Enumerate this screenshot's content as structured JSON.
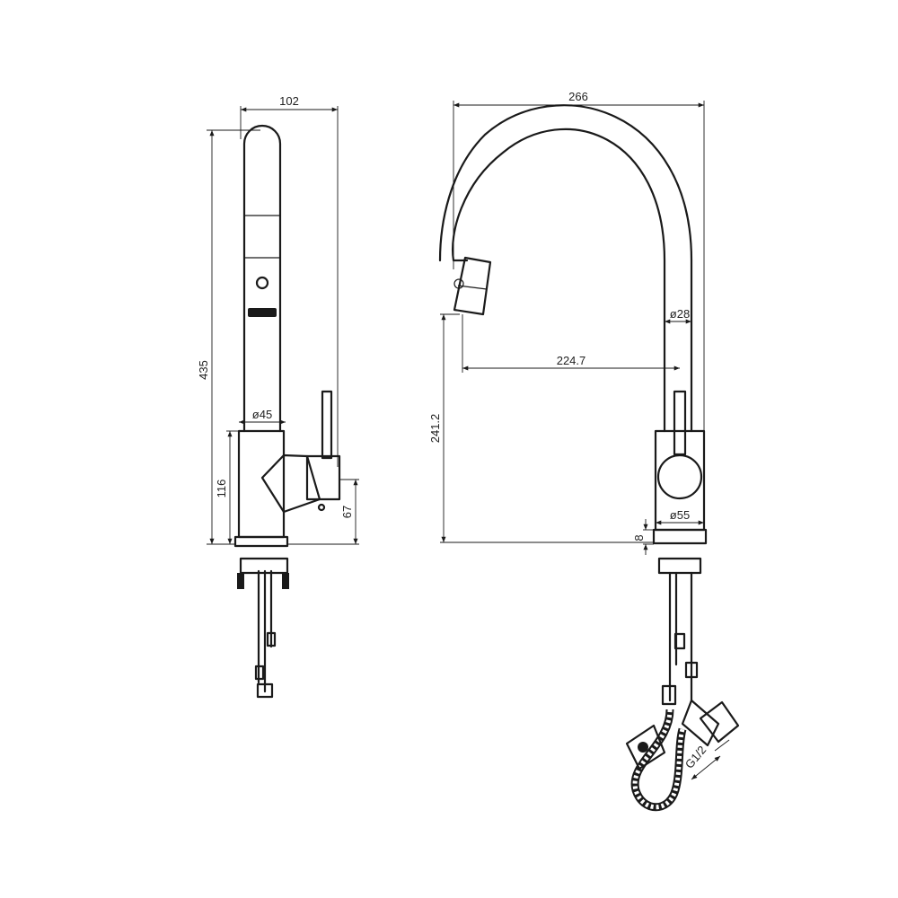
{
  "drawing": {
    "side_view": {
      "dims": {
        "width_top": "102",
        "height_total": "435",
        "body_height": "116",
        "lever_height": "67",
        "spout_diameter": "ø45"
      }
    },
    "front_view": {
      "dims": {
        "width_total": "266",
        "reach": "224.7",
        "outlet_height": "241.2",
        "spout_diameter": "ø28",
        "body_diameter": "ø55",
        "base_height": "8",
        "thread": "G1/2"
      }
    }
  },
  "colors": {
    "line": "#1a1a1a",
    "background": "#ffffff"
  }
}
